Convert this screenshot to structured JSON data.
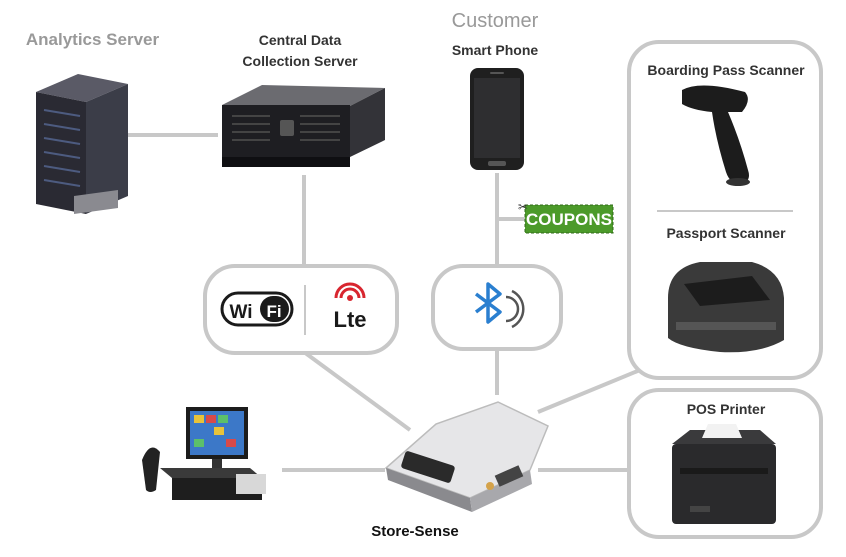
{
  "nodes": {
    "analytics_server": "Analytics Server",
    "central_server_line1": "Central Data",
    "central_server_line2": "Collection Server",
    "customer": "Customer",
    "smart_phone": "Smart Phone",
    "boarding_pass_scanner": "Boarding Pass Scanner",
    "passport_scanner": "Passport Scanner",
    "pos_printer": "POS Printer",
    "store_sense": "Store-Sense"
  },
  "badges": {
    "coupons": "COUPONS",
    "wifi_wi": "Wi",
    "wifi_fi": "Fi",
    "lte": "Lte"
  },
  "colors": {
    "connector": "#c8c8c8",
    "bluetooth": "#2a7fd0",
    "coupon_green": "#4c9a2a",
    "lte_red": "#d8262f",
    "muted_label": "#999999"
  }
}
